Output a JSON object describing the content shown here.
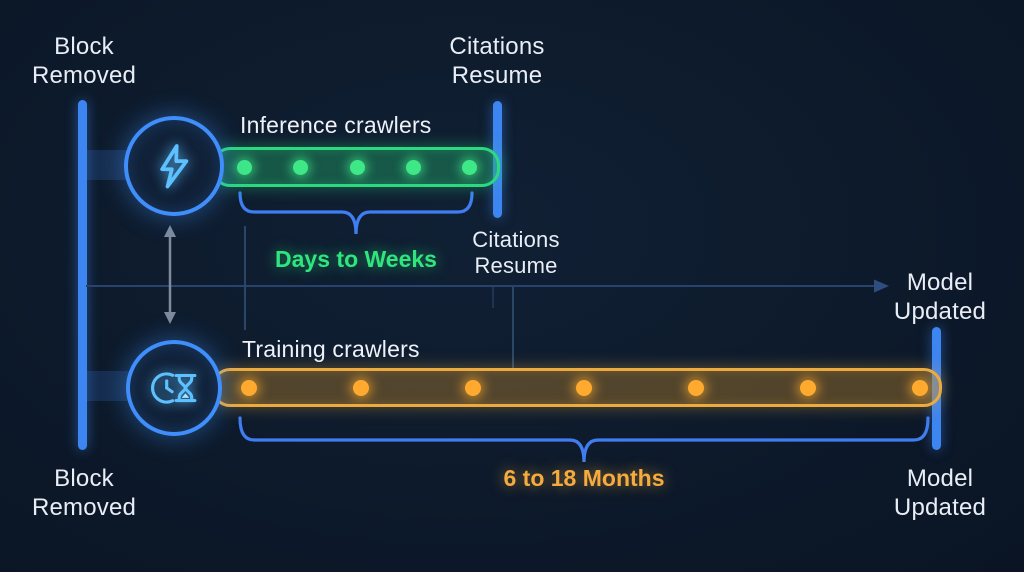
{
  "diagram": {
    "top_timeline": {
      "start_marker_label": "Block Removed",
      "crawler_label": "Inference crawlers",
      "end_marker_label": "Citations Resume",
      "end_caption": "Citations Resume",
      "duration_caption": "Days to Weeks",
      "dot_count": 5,
      "icon": "lightning-bolt-icon",
      "bar_color": "#2cd97f",
      "dot_color": "#3ee887",
      "duration_color": "#2fe57d"
    },
    "bottom_timeline": {
      "start_caption": "Block Removed",
      "crawler_label": "Training crawlers",
      "end_marker_label": "Model Updated",
      "end_caption": "Model Updated",
      "duration_caption": "6 to 18 Months",
      "dot_count": 7,
      "icon": "clock-hourglass-icon",
      "bar_color": "#edab3f",
      "dot_color": "#ffaa2e",
      "duration_color": "#f5ab3d"
    },
    "colors": {
      "background": "#0d1a2b",
      "marker_blue": "#3d85f0",
      "brace_blue": "#3f7df0",
      "text": "#e9eef6",
      "icon_stroke": "#5ec1ff"
    }
  }
}
